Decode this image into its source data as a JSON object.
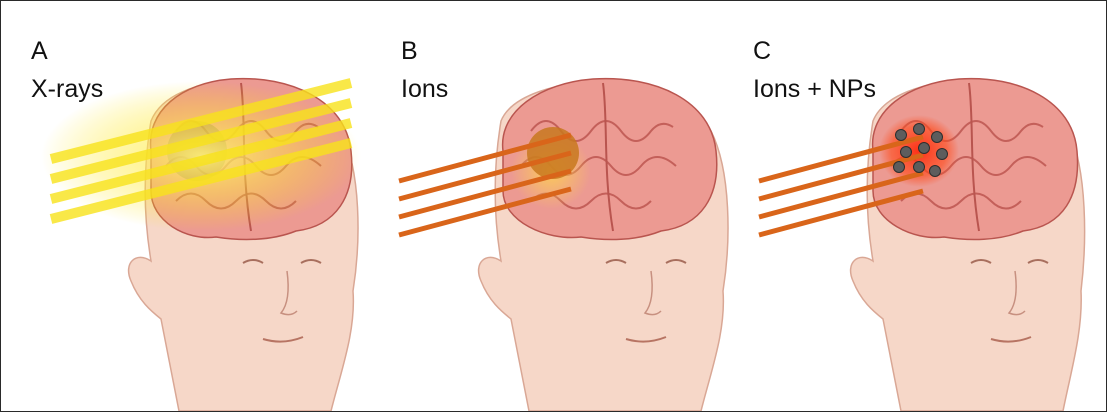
{
  "panels": [
    {
      "letter": "A",
      "caption": "X-rays",
      "beam": "x-ray",
      "beam_color": "#f7e21a"
    },
    {
      "letter": "B",
      "caption": "Ions",
      "beam": "ion",
      "beam_color": "#d9651a"
    },
    {
      "letter": "C",
      "caption": "Ions + NPs",
      "beam": "ion-nanoparticles",
      "beam_color": "#d9651a"
    }
  ],
  "colors": {
    "skin": "#f6d7c8",
    "skin_outline": "#d9a795",
    "brain": "#ec9a92",
    "brain_fold": "#c4605a",
    "tumor_glow": "#ff3a1a",
    "nanoparticle": "#5d5d5d"
  },
  "icons": {
    "head": "head-silhouette-icon",
    "brain": "brain-icon",
    "nanoparticle": "nanoparticle-icon"
  }
}
